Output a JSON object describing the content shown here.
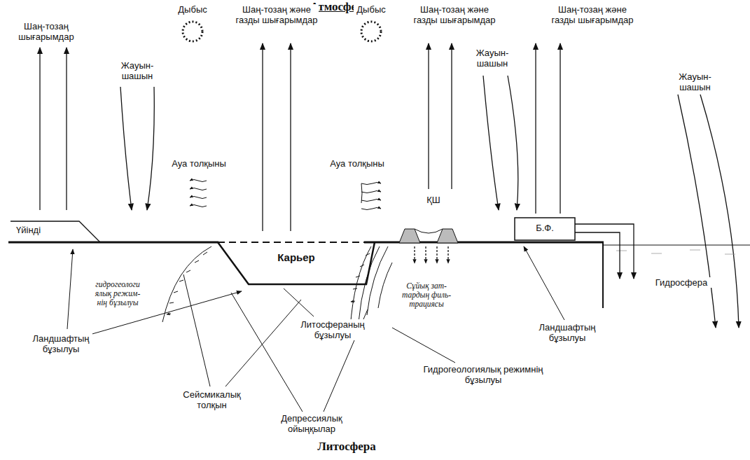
{
  "diagram": {
    "title": "Атмосфера",
    "nodes": [
      {
        "text": [
          "Үйінді"
        ]
      },
      {
        "text": [
          "Карьер"
        ]
      },
      {
        "text": [
          "ҚШ"
        ]
      },
      {
        "text": [
          "Б.Ф."
        ]
      }
    ],
    "labels": [
      "Шаң-тозаң шығарымдар",
      "Дыбыс",
      "Шаң-тозаң және газды шығарымдар",
      "Дыбыс",
      "Шаң-тозаң және газды шығарымдар",
      "Шаң-тозаң және газды шығарымдар",
      "Жауын-шашын",
      "Жауын-шашын",
      "Жауын-шашын",
      "Ауа толқыны",
      "Ауа толқыны",
      "гидрогеологи ялық режим- нің бұзылуы",
      "Сұйық зат- тардың филь- трациясы",
      "Литосфераның бұзылуы",
      "Ландшафтың бұзылуы",
      "Ландшафтың бұзылуы",
      "Сейсмикалық толқын",
      "Гидрогеологиялық режимнің бұзылуы",
      "Депрессиялық ойыңқылар",
      "Гидросфера",
      "Литосфера"
    ]
  }
}
